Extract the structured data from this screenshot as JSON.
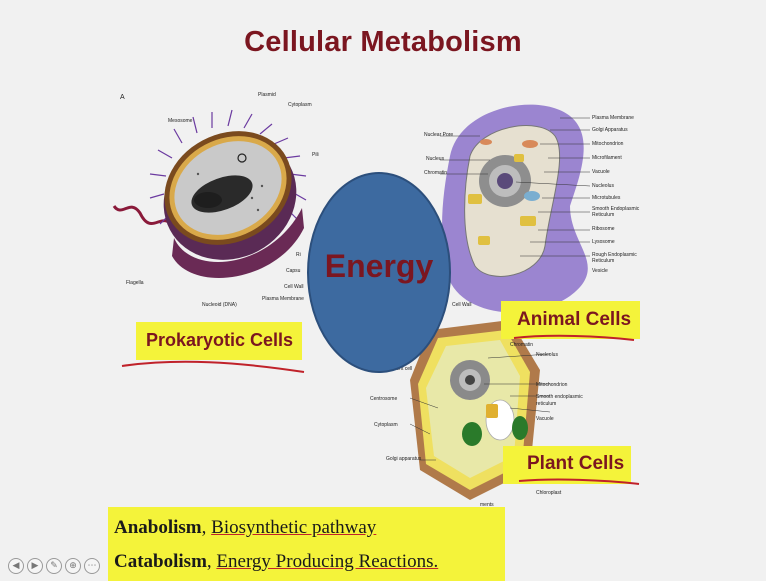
{
  "slide": {
    "title": "Cellular Metabolism"
  },
  "prokaryote": {
    "panel_letter": "A",
    "labels": {
      "plasmid": "Plasmid",
      "cytoplasm": "Cytoplasm",
      "mesosome": "Mesosome",
      "pili": "Pili",
      "ribosomes": "Ri",
      "capsule": "Capsu",
      "cell_wall": "Cell Wall",
      "plasma_membrane": "Plasma Membrane",
      "nucleoid": "Nucleoid (DNA)",
      "flagella": "Flagella"
    },
    "highlight": "Prokaryotic Cells"
  },
  "animal": {
    "labels_left": {
      "nuclear_pore": "Nuclear Pore",
      "nucleus": "Nucleus",
      "chromatin": "Chromatin"
    },
    "labels_right": [
      "Plasma Membrane",
      "Golgi Apparatus",
      "Mitochondrion",
      "Microfilament",
      "Vacuole",
      "Nucleolus",
      "Microtubules",
      "Smooth Endoplasmic",
      "Reticulum",
      "Ribosome",
      "Lysosome",
      "Rough Endoplasmic",
      "Reticulum",
      "Vesicle"
    ],
    "highlight": "Animal Cells"
  },
  "plant": {
    "labels": {
      "cell_wall": "Cell Wall",
      "chromatin": "Chromatin",
      "nucleolus": "Nucleolus",
      "wall_adjacent": "Wall of adjacent cell",
      "centrosome": "Centrosome",
      "mitochondrion": "Mitochondrion",
      "smooth_er": "Smooth endoplasmic",
      "reticulum": "reticulum",
      "vacuole": "Vacuole",
      "cytoplasm": "Cytoplasm",
      "golgi": "Golgi apparatus",
      "chloroplast": "Chloroplast",
      "ments": "ments"
    },
    "highlight": "Plant Cells"
  },
  "center": {
    "label": "Energy"
  },
  "bottom": {
    "line1_bold": "Anabolism",
    "line1_sep": ", ",
    "line1_rest": "Biosynthetic pathway",
    "line2_bold": "Catabolism",
    "line2_sep": ", ",
    "line2_rest": "Energy Producing Reactions."
  },
  "controls": {
    "icons": [
      "prev-icon",
      "next-icon",
      "pen-icon",
      "zoom-icon",
      "more-icon"
    ]
  },
  "colors": {
    "title": "#7b1620",
    "highlight": "#f4f33a",
    "energy_circle": "#3d6aa0",
    "animal_cell": "#9b85d0"
  }
}
